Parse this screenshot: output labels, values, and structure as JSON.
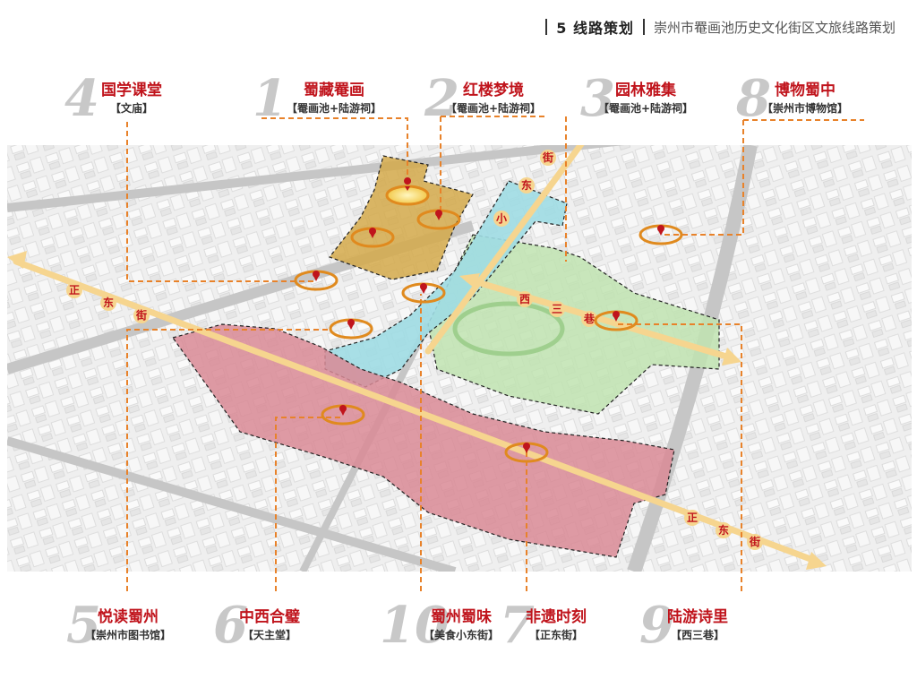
{
  "header": {
    "section": "5 线路策划",
    "subtitle": "崇州市罨画池历史文化街区文旅线路策划"
  },
  "routes": [
    {
      "num": "4",
      "title": "国学课堂",
      "sub": "【文庙】"
    },
    {
      "num": "1",
      "title": "蜀藏罨画",
      "sub": "【罨画池+陆游祠】"
    },
    {
      "num": "2",
      "title": "红楼梦境",
      "sub": "【罨画池+陆游祠】"
    },
    {
      "num": "3",
      "title": "园林雅集",
      "sub": "【罨画池+陆游祠】"
    },
    {
      "num": "8",
      "title": "博物蜀中",
      "sub": "【崇州市博物馆】"
    },
    {
      "num": "5",
      "title": "悦读蜀州",
      "sub": "【崇州市图书馆】"
    },
    {
      "num": "6",
      "title": "中西合璧",
      "sub": "【天主堂】"
    },
    {
      "num": "10",
      "title": "蜀州蜀味",
      "sub": "【美食小东街】"
    },
    {
      "num": "7",
      "title": "非遗时刻",
      "sub": "【正东街】"
    },
    {
      "num": "9",
      "title": "陆游诗里",
      "sub": "【西三巷】"
    }
  ],
  "streets": {
    "zhengdongjie": [
      "正",
      "东",
      "街"
    ],
    "xiaodongjie": [
      "小",
      "东",
      "街"
    ],
    "xisanxiang": [
      "西",
      "三",
      "巷"
    ]
  },
  "colors": {
    "accent_red": "#c0141c",
    "dashed_line": "#e8822a",
    "road_arrow": "#f6d58f",
    "zone_gold": "#d4a94a",
    "zone_green": "#bfe3b0",
    "zone_pink": "#d98a95",
    "zone_blue": "#9fdbe3"
  }
}
